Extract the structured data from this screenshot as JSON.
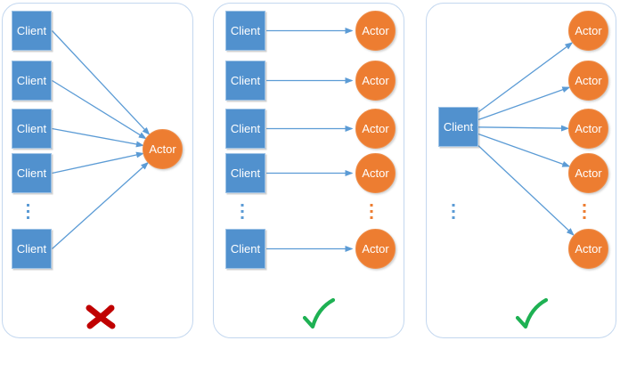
{
  "labels": {
    "client": "Client",
    "actor": "Actor"
  },
  "panels": [
    {
      "pattern": "many-clients-one-actor",
      "client_count_shown": 5,
      "actor_count_shown": 1,
      "verdict_icon": "red-cross",
      "has_more_clients_ellipsis": true,
      "has_more_actors_ellipsis": false
    },
    {
      "pattern": "one-client-per-actor",
      "client_count_shown": 5,
      "actor_count_shown": 5,
      "verdict_icon": "green-check",
      "has_more_clients_ellipsis": true,
      "has_more_actors_ellipsis": true
    },
    {
      "pattern": "one-client-many-actors",
      "client_count_shown": 1,
      "actor_count_shown": 5,
      "verdict_icon": "green-check",
      "has_more_clients_ellipsis": true,
      "has_more_actors_ellipsis": true
    }
  ],
  "colors": {
    "client_fill": "#5191CE",
    "client_border": "#9EC3E6",
    "actor_fill": "#ED7D31",
    "actor_border": "#EE8D49",
    "arrow": "#5B9BD5",
    "panel_border": "#C3D7EF",
    "cross": "#C00000",
    "check": "#1EB153",
    "dot_blue": "#5B9BD5",
    "dot_orange": "#ED7D31",
    "node_text": "#FFFFFF"
  }
}
